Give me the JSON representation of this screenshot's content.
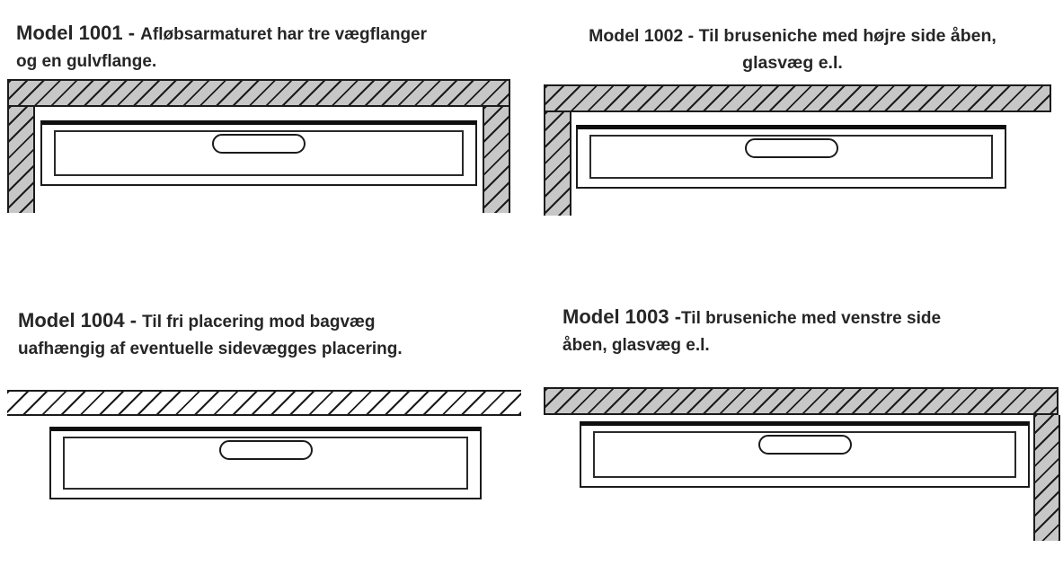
{
  "page": {
    "background": "#ffffff"
  },
  "colors": {
    "text": "#262626",
    "outline": "#1b1b1b",
    "hatch_fill": "#c7c7c7",
    "hatch_fill_light": "#ffffff",
    "hatch_line": "#1b1b1b"
  },
  "models": {
    "m1001": {
      "name": "Model 1001 - ",
      "desc_line1": "Afløbsarmaturet har tre vægflanger",
      "desc_line2": "og en gulvflange."
    },
    "m1002": {
      "name": "Model 1002 - ",
      "desc_line1": "Til bruseniche med højre side åben,",
      "desc_line2": "glasvæg e.l."
    },
    "m1004": {
      "name": "Model 1004 - ",
      "desc_line1": "Til fri placering mod bagvæg",
      "desc_line2": "uafhængig af eventuelle sidevægges placering."
    },
    "m1003": {
      "name": "Model 1003 -",
      "desc_line1": "Til bruseniche med venstre side",
      "desc_line2": "åben, glasvæg e.l."
    }
  }
}
